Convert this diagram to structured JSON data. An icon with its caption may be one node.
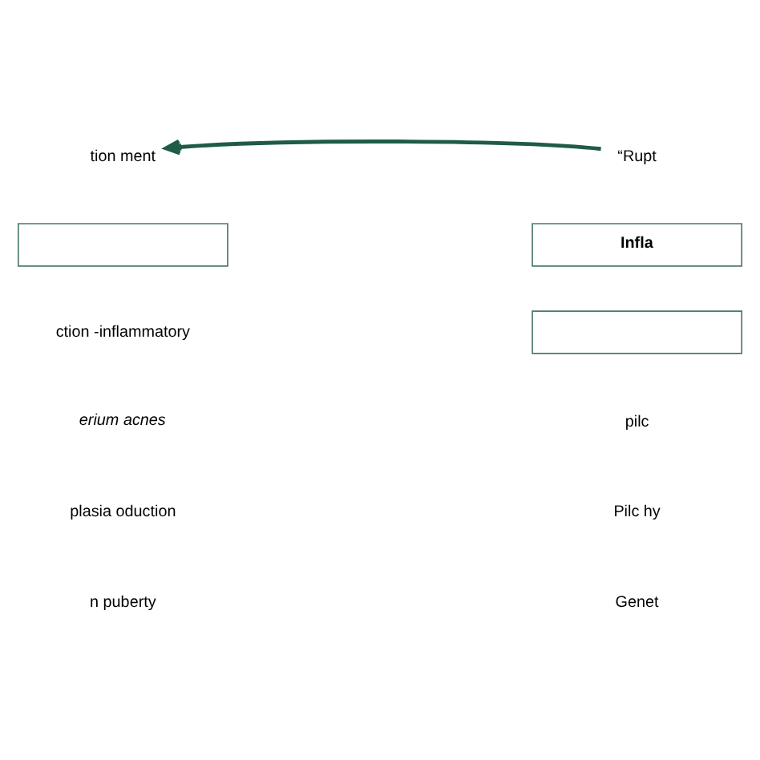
{
  "diagram": {
    "nodes": [
      {
        "text": [
          "tion ment"
        ]
      },
      {
        "text": [
          "“Rupt"
        ]
      },
      {
        "text": [],
        "shape": "box"
      },
      {
        "text": [
          "Infla"
        ]
      },
      {
        "text": [],
        "shape": "box"
      }
    ],
    "edges": [
      {
        "from": 1,
        "to": 0,
        "arrow": "to",
        "color": "#1e5c45"
      }
    ],
    "labels": [
      "ction -inflammatory",
      "erium acnes",
      "pilc",
      "plasia oduction",
      "Pilc hy",
      "n puberty",
      "Genet"
    ]
  }
}
